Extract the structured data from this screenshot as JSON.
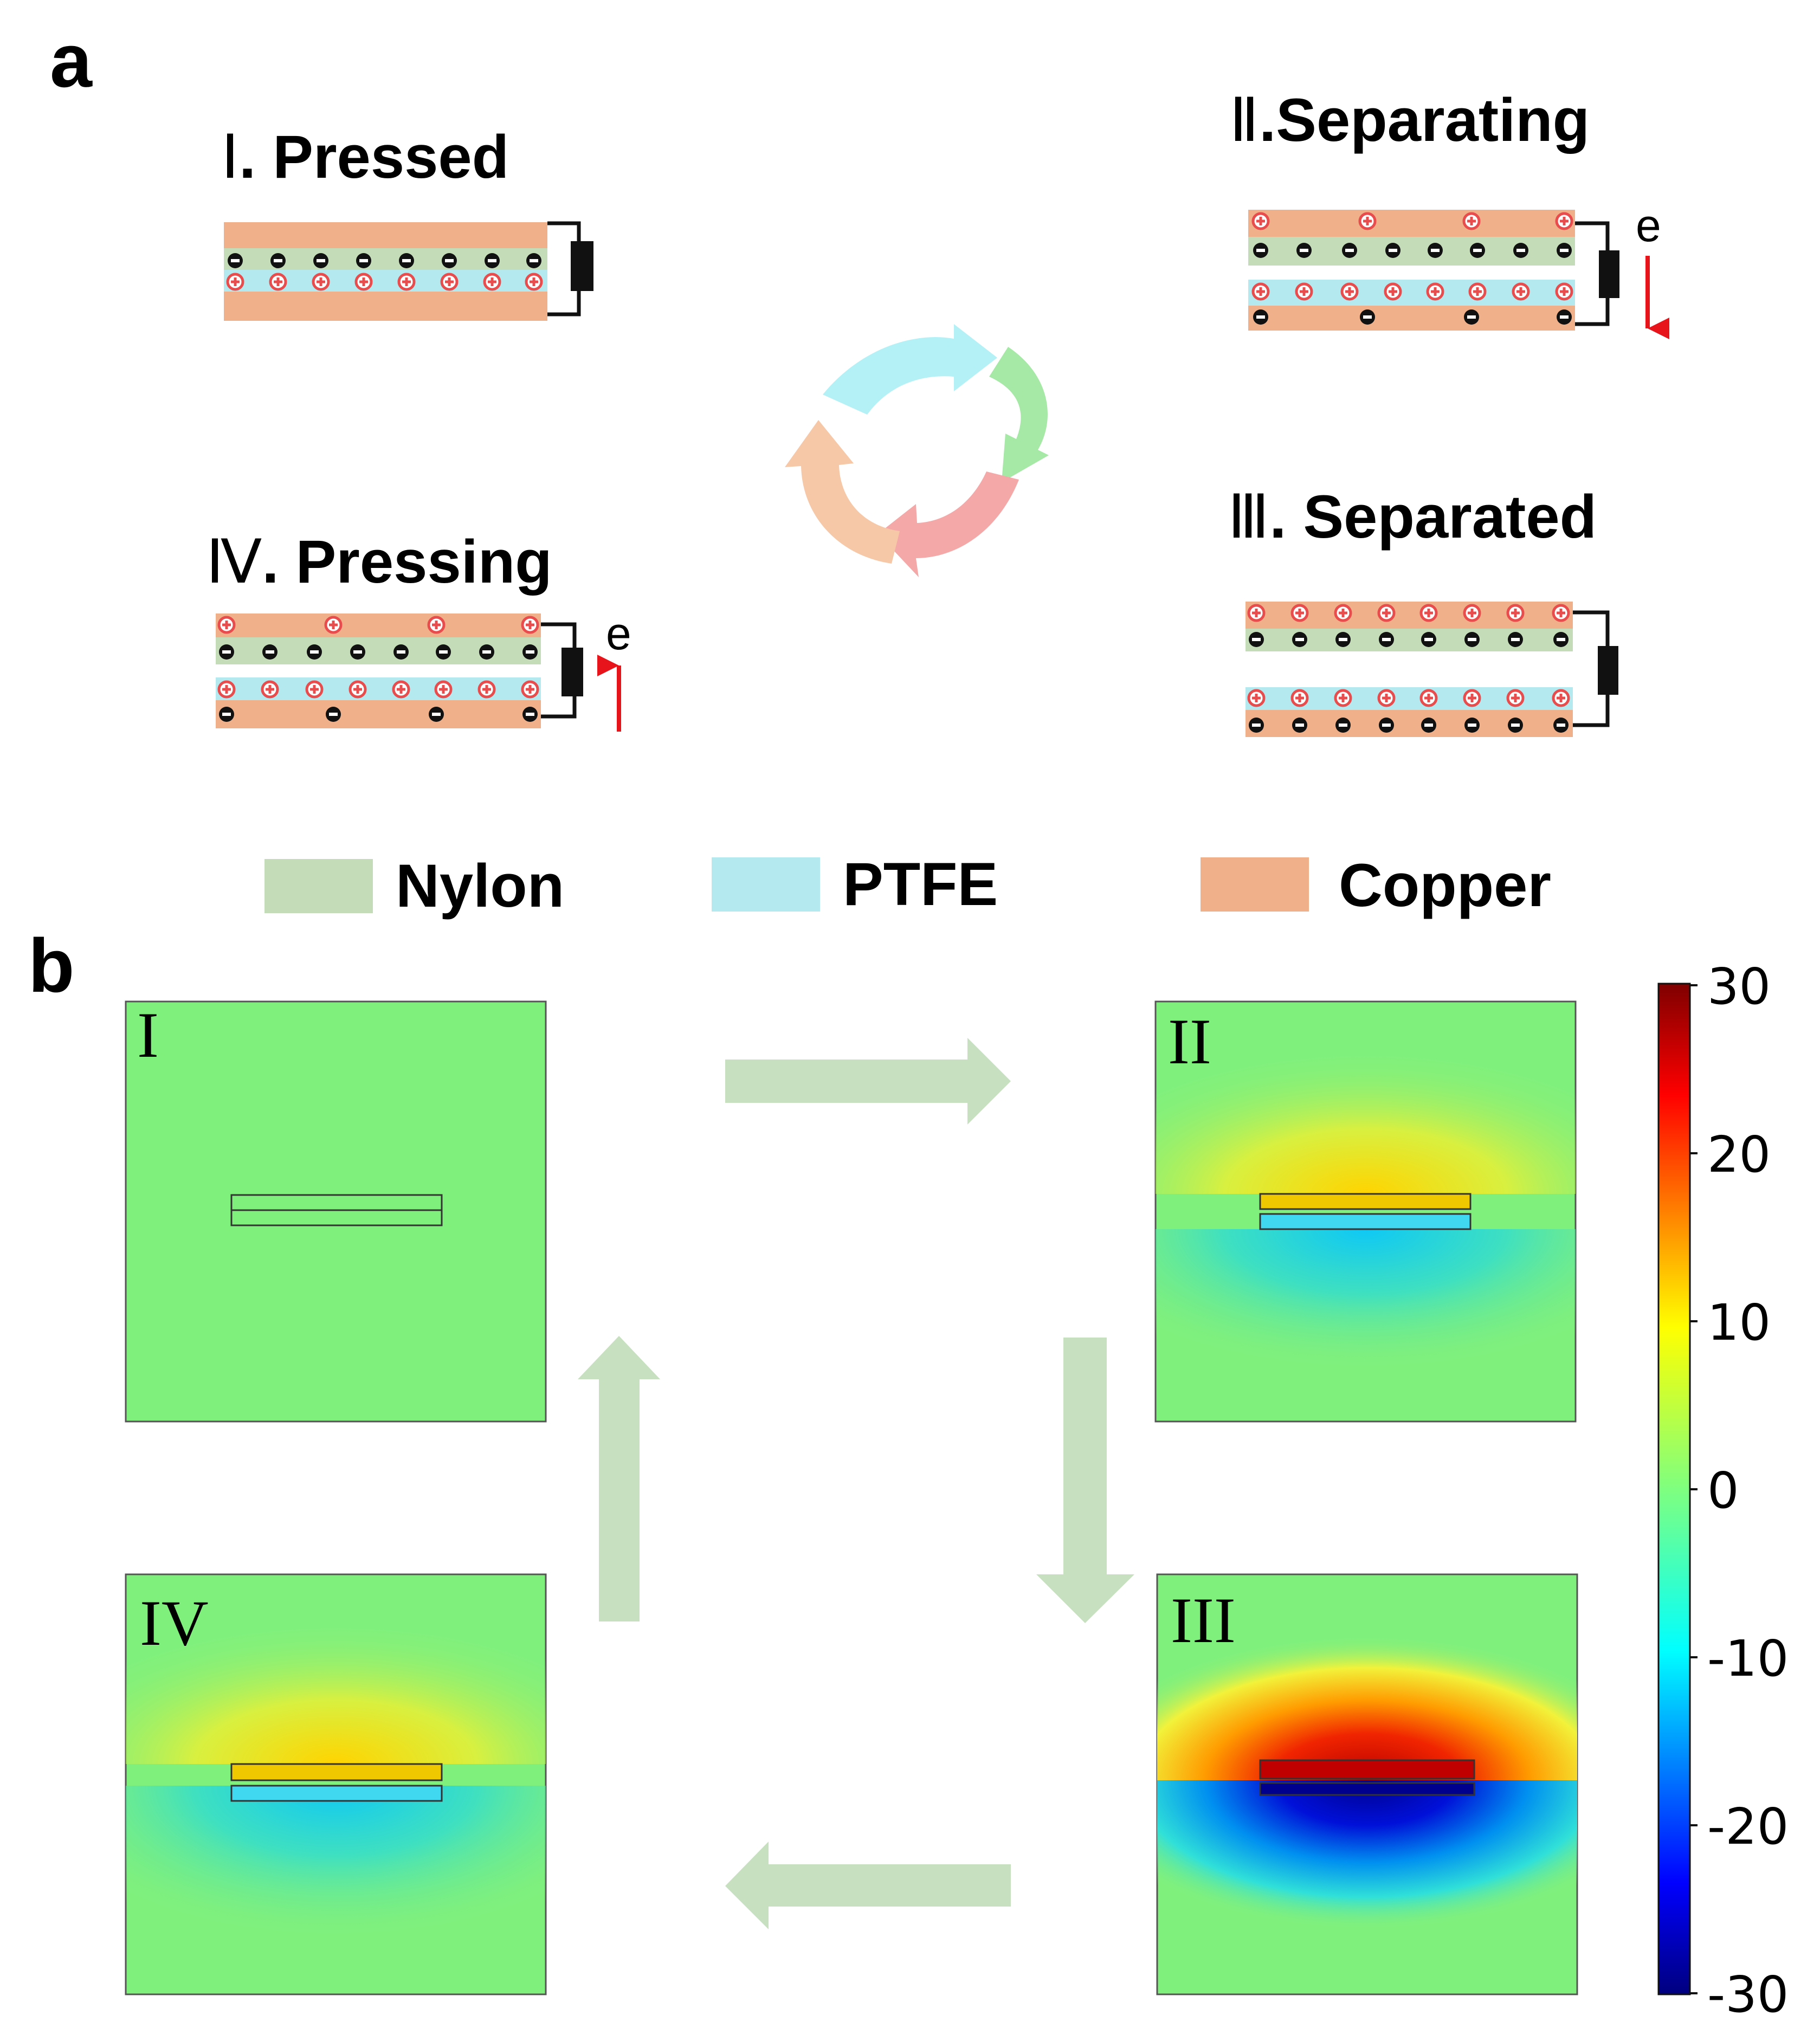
{
  "panel_a": {
    "letter": "a",
    "stages": [
      {
        "id": "I",
        "roman": "Ⅰ",
        "title": ". Pressed",
        "electron": ""
      },
      {
        "id": "II",
        "roman": "Ⅱ",
        "title": ".Separating",
        "electron": "e"
      },
      {
        "id": "III",
        "roman": "Ⅲ",
        "title": ". Separated",
        "electron": ""
      },
      {
        "id": "IV",
        "roman": "Ⅳ",
        "title": ". Pressing",
        "electron": "e"
      }
    ],
    "cycle_colors": [
      "#b3f1f7",
      "#a6e8a6",
      "#f5a8a8",
      "#f7c8a8"
    ]
  },
  "legend": [
    {
      "label": "Nylon",
      "color": "#c4ddb8"
    },
    {
      "label": "PTFE",
      "color": "#b3e9ef"
    },
    {
      "label": "Copper",
      "color": "#efb08a"
    }
  ],
  "panel_b": {
    "letter": "b",
    "panels": [
      {
        "id": "I",
        "label": "I"
      },
      {
        "id": "II",
        "label": "II"
      },
      {
        "id": "III",
        "label": "III"
      },
      {
        "id": "IV",
        "label": "IV"
      }
    ],
    "arrow_color": "#c7e0c0",
    "colorbar": {
      "min": -30,
      "max": 30,
      "ticks": [
        "30",
        "20",
        "10",
        "0",
        "-10",
        "-20",
        "-30"
      ],
      "colormap": "jet"
    }
  },
  "colors": {
    "nylon": "#c4ddb8",
    "ptfe": "#b3e9ef",
    "copper": "#efb08a",
    "positive_charge": "#e84c4c",
    "negative_charge": "#111111",
    "electron_arrow": "#e8141b",
    "field_background": "#80f07c"
  }
}
